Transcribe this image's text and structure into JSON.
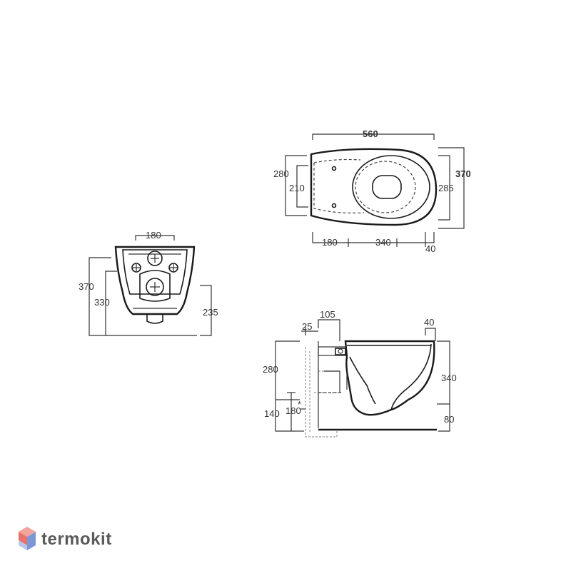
{
  "brand": {
    "name": "termokit",
    "logo_colors": [
      "#e8736a",
      "#b9c8e8",
      "#7d97d6"
    ]
  },
  "front_view": {
    "width_top": "180",
    "height_total": "370",
    "height_inner": "330",
    "height_fixing": "235"
  },
  "top_view": {
    "length": "560",
    "width": "370",
    "back_width": "280",
    "back_inner": "210",
    "front_width": "285",
    "seg_back": "180",
    "seg_mid": "340",
    "seg_front": "40"
  },
  "side_view": {
    "top_offset": "105",
    "wall_offset": "25",
    "rim_offset": "40",
    "height_rear": "280",
    "height_bowl": "340",
    "height_floor_rear": "140",
    "height_inlet": "180",
    "height_floor_front": "80",
    "note_marker": "*"
  }
}
